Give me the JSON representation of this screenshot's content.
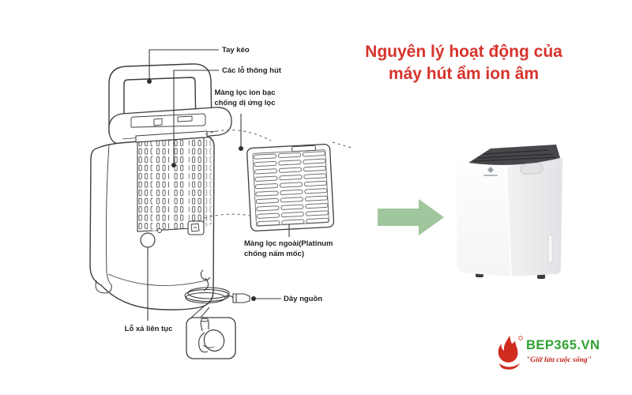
{
  "title": {
    "line1": "Nguyên lý hoạt động của",
    "line2": "máy hút ẩm ion âm"
  },
  "diagram_labels": {
    "tay_keo": "Tay kéo",
    "cac_lo_thong_hut": "Các lỗ thông hút",
    "mang_loc_ion_1": "Màng lọc ion bạc",
    "mang_loc_ion_2": "chống dị ứng lọc",
    "mang_loc_ngoai_1": "Màng lọc ngoài(Platinum",
    "mang_loc_ngoai_2": "chống nấm mốc)",
    "day_nguon": "Dây nguồn",
    "lo_xa": "Lỗ xả liên tục"
  },
  "logo": {
    "brand": "BEP365.VN",
    "tagline": "\"Giữ lửa cuộc sống\""
  },
  "colors": {
    "title_red": "#d6342c",
    "arrow_green": "#9fc69d",
    "logo_green": "#2fa233",
    "logo_red": "#c2261b",
    "line_art": "#3d3d3d"
  }
}
